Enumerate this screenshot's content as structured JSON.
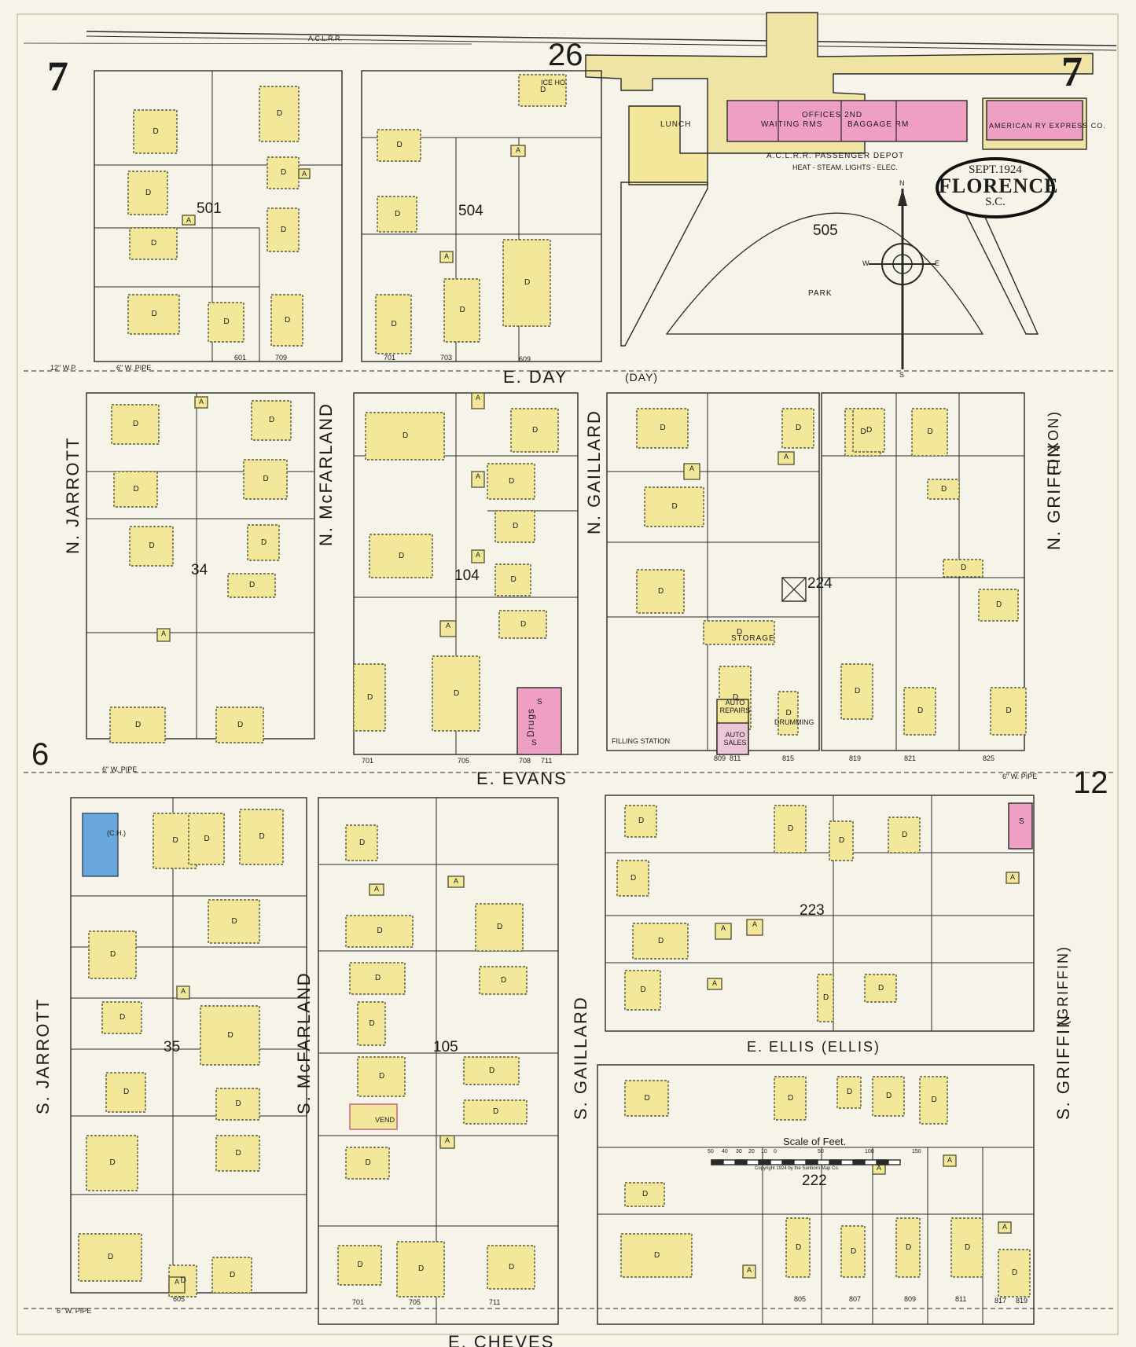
{
  "title_stamp": {
    "date": "SEPT.1924",
    "city": "FLORENCE",
    "state": "S.C."
  },
  "corner_numbers": {
    "top_left": "7",
    "top_right": "7",
    "top_center": "26",
    "left_mid": "6",
    "right_mid": "12"
  },
  "railroad": {
    "label": "A.C.L.R.R.",
    "depot": "A.C.L.R.R. PASSENGER DEPOT",
    "depot_note": "HEAT - STEAM. LIGHTS - ELEC."
  },
  "streets": {
    "day": "E. DAY",
    "day_alt": "(DAY)",
    "evans": "E. EVANS",
    "ellis": "E. ELLIS",
    "ellis_alt": "(ELLIS)",
    "cheves": "E. CHEVES",
    "n_jarrott": "N. JARROTT",
    "s_jarrott": "S. JARROTT",
    "n_mcfarland": "N. McFARLAND",
    "s_mcfarland": "S. McFARLAND",
    "n_gaillard": "N. GAILLARD",
    "s_gaillard": "S. GAILLARD",
    "n_griffin": "N. GRIFFIN",
    "n_griffin_alt": "(DIXON)",
    "s_griffin": "S. GRIFFIN",
    "s_griffin_alt": "(GRIFFIN)"
  },
  "blocks": [
    "501",
    "504",
    "505",
    "34",
    "104",
    "224",
    "35",
    "105",
    "223",
    "222"
  ],
  "building_labels": {
    "lunch": "LUNCH",
    "offices": "OFFICES 2ND",
    "waiting": "WAITING RMS",
    "baggage": "BAGGAGE RM",
    "express": "AMERICAN RY EXPRESS CO.",
    "ice": "ICE HO.",
    "park": "PARK",
    "storage": "STORAGE",
    "auto_repairs": "AUTO REPAIRS",
    "auto_sales": "AUTO SALES",
    "drumming": "DRUMMING",
    "filling": "FILLING STATION",
    "drugs": "Drugs",
    "ch": "(C.H.)",
    "vend": "VEND",
    "dwelling": "D",
    "auto": "A",
    "store": "S"
  },
  "pipe_labels": {
    "w12": "12\" W.P.",
    "w6": "6\" W. PIPE"
  },
  "scale": {
    "label": "Scale of Feet.",
    "ticks": [
      "50",
      "40",
      "30",
      "20",
      "10",
      "0",
      "50",
      "100",
      "150"
    ],
    "copyright": "Copyright 1924 by the Sanborn Map Co."
  },
  "compass": {
    "n": "N",
    "s": "S",
    "e": "E",
    "w": "W"
  },
  "address_numbers": {
    "day_601": "601",
    "day_609": "609",
    "day_701": "701",
    "day_703": "703",
    "day_709": "709",
    "evans_701": "701",
    "evans_705": "705",
    "evans_708": "708",
    "evans_711": "711",
    "evans_809": "809",
    "evans_811": "811",
    "evans_815": "815",
    "evans_819": "819",
    "evans_821": "821",
    "evans_825": "825",
    "cheves_605": "605",
    "cheves_701": "701",
    "cheves_705": "705",
    "cheves_711": "711",
    "cheves_805": "805",
    "cheves_807": "807",
    "cheves_809": "809",
    "cheves_811": "811",
    "cheves_817": "817",
    "cheves_819": "819"
  },
  "colors": {
    "paper": "#f6f3e8",
    "frame": "#ebe3bb",
    "yellow": "#f3e89a",
    "pink": "#ee9fc3",
    "blue": "#6aa8dc",
    "ink": "#2a2a2a",
    "gray": "#a9a8a0"
  }
}
